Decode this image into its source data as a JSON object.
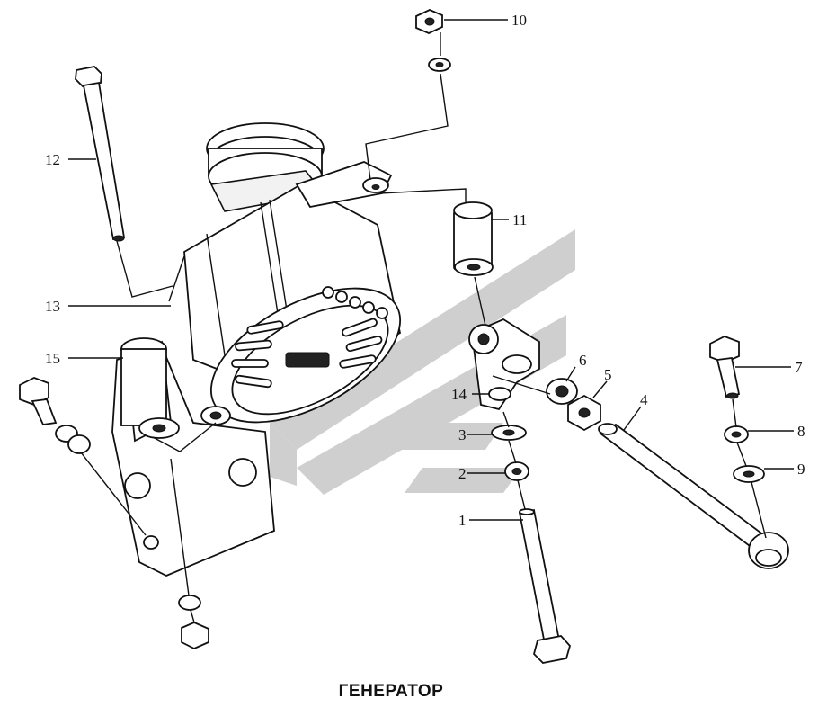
{
  "caption": "ГЕНЕРАТОР",
  "callouts": [
    {
      "id": "c1",
      "label": "1"
    },
    {
      "id": "c2",
      "label": "2"
    },
    {
      "id": "c3",
      "label": "3"
    },
    {
      "id": "c4",
      "label": "4"
    },
    {
      "id": "c5",
      "label": "5"
    },
    {
      "id": "c6",
      "label": "6"
    },
    {
      "id": "c7",
      "label": "7"
    },
    {
      "id": "c8",
      "label": "8"
    },
    {
      "id": "c9",
      "label": "9"
    },
    {
      "id": "c10",
      "label": "10"
    },
    {
      "id": "c11",
      "label": "11"
    },
    {
      "id": "c12",
      "label": "12"
    },
    {
      "id": "c13",
      "label": "13"
    },
    {
      "id": "c14",
      "label": "14"
    },
    {
      "id": "c15",
      "label": "15"
    }
  ]
}
